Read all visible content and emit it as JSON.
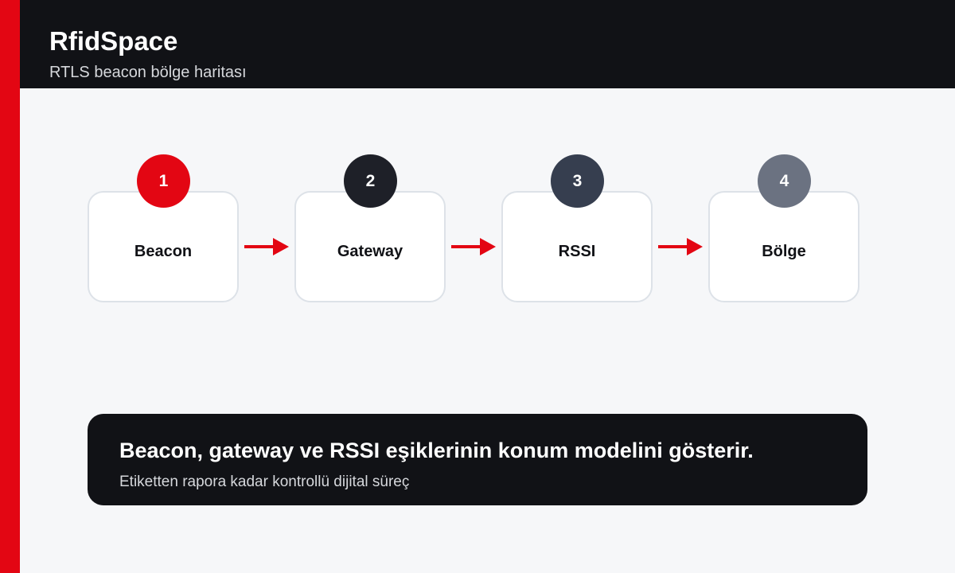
{
  "header": {
    "title": "RfidSpace",
    "subtitle": "RTLS beacon bölge haritası"
  },
  "steps": [
    {
      "number": "1",
      "label": "Beacon",
      "badge_color": "#e30613"
    },
    {
      "number": "2",
      "label": "Gateway",
      "badge_color": "#1e2028"
    },
    {
      "number": "3",
      "label": "RSSI",
      "badge_color": "#363e4f"
    },
    {
      "number": "4",
      "label": "Bölge",
      "badge_color": "#6b7281"
    }
  ],
  "note": {
    "title": "Beacon, gateway ve RSSI eşiklerinin konum modelini gösterir.",
    "subtitle": "Etiketten rapora kadar kontrollü dijital süreç"
  },
  "colors": {
    "accent": "#e30613",
    "dark": "#111216",
    "background": "#f6f7f9",
    "card_border": "#dde2e8"
  }
}
